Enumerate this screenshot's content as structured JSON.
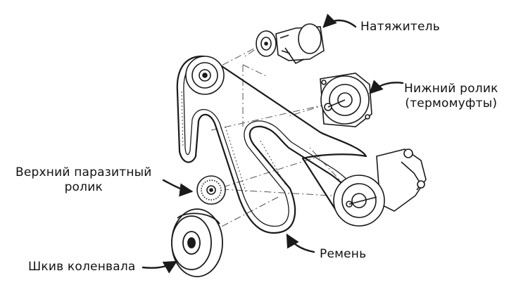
{
  "labels": {
    "tensioner": "Натяжитель",
    "lower_roller": {
      "line1": "Нижний ролик",
      "line2": "(термомуфты)"
    },
    "upper_idler": {
      "line1": "Верхний паразитный",
      "line2": "ролик"
    },
    "belt": "Ремень",
    "crank_pulley": "Шкив коленвала"
  },
  "colors": {
    "ink": "#1a1a1a",
    "background": "#ffffff"
  }
}
